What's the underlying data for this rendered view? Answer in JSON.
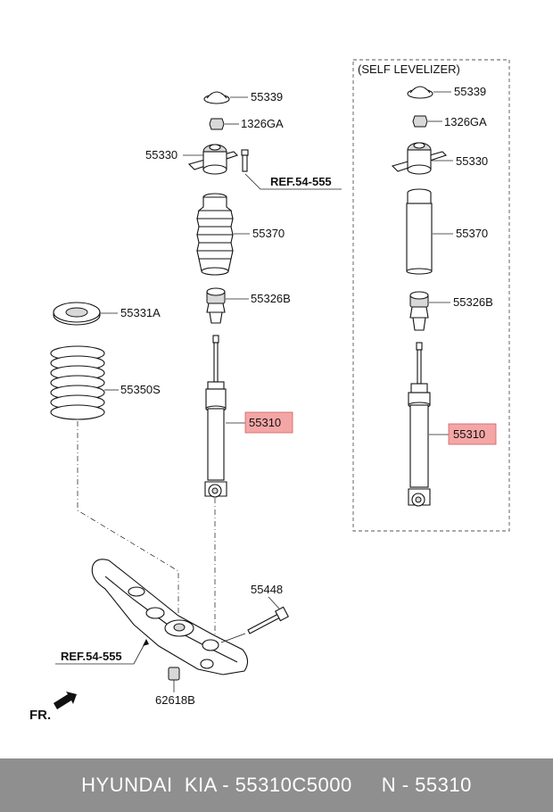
{
  "labels": {
    "self_levelizer": "(SELF LEVELIZER)",
    "left_55339": "55339",
    "left_1326GA": "1326GA",
    "left_55330": "55330",
    "left_ref": "REF.54-555",
    "left_55370": "55370",
    "left_55326B": "55326B",
    "left_55331A": "55331A",
    "left_55350S": "55350S",
    "left_55310": "55310",
    "left_55448": "55448",
    "left_ref2": "REF.54-555",
    "left_62618B": "62618B",
    "right_55339": "55339",
    "right_1326GA": "1326GA",
    "right_55330": "55330",
    "right_55370": "55370",
    "right_55326B": "55326B",
    "right_55310": "55310",
    "fr": "FR."
  },
  "footer": {
    "text": "HYUNDAI  KIA - 55310C5000     N - 55310"
  },
  "colors": {
    "highlight": "#f4a6a6",
    "footer_bg": "#8f8f8f"
  }
}
